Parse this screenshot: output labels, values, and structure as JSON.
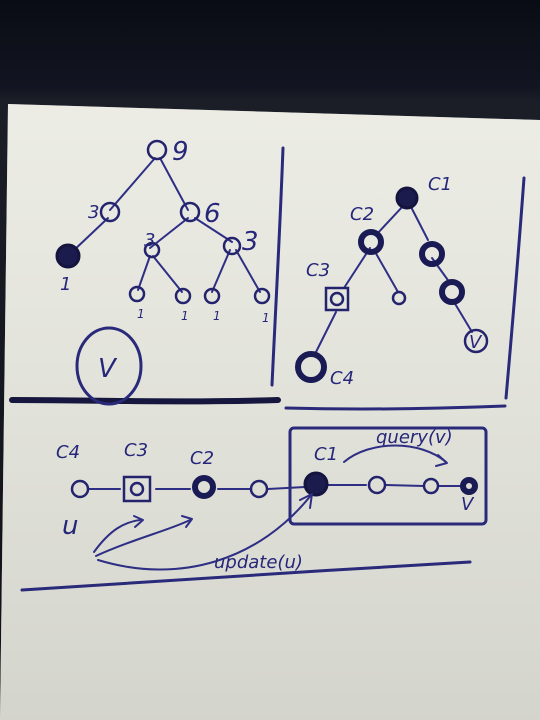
{
  "top_left_tree": {
    "root_weight": "9",
    "left_weight": "3",
    "right_weight": "6",
    "right_left_weight": "3",
    "right_right_weight": "3",
    "leaf_weight": "1",
    "bottom_leaf_marks": [
      "1",
      "1",
      "1",
      "1"
    ],
    "circled_node": "V"
  },
  "top_right_tree": {
    "c1": "C1",
    "c2": "C2",
    "c3": "C3",
    "c4": "C4",
    "v": "V"
  },
  "bottom_path": {
    "c4": "C4",
    "c3": "C3",
    "c2": "C2",
    "c1": "C1",
    "u": "u",
    "v": "V",
    "query_label": "query(v)",
    "update_label": "update(u)"
  }
}
